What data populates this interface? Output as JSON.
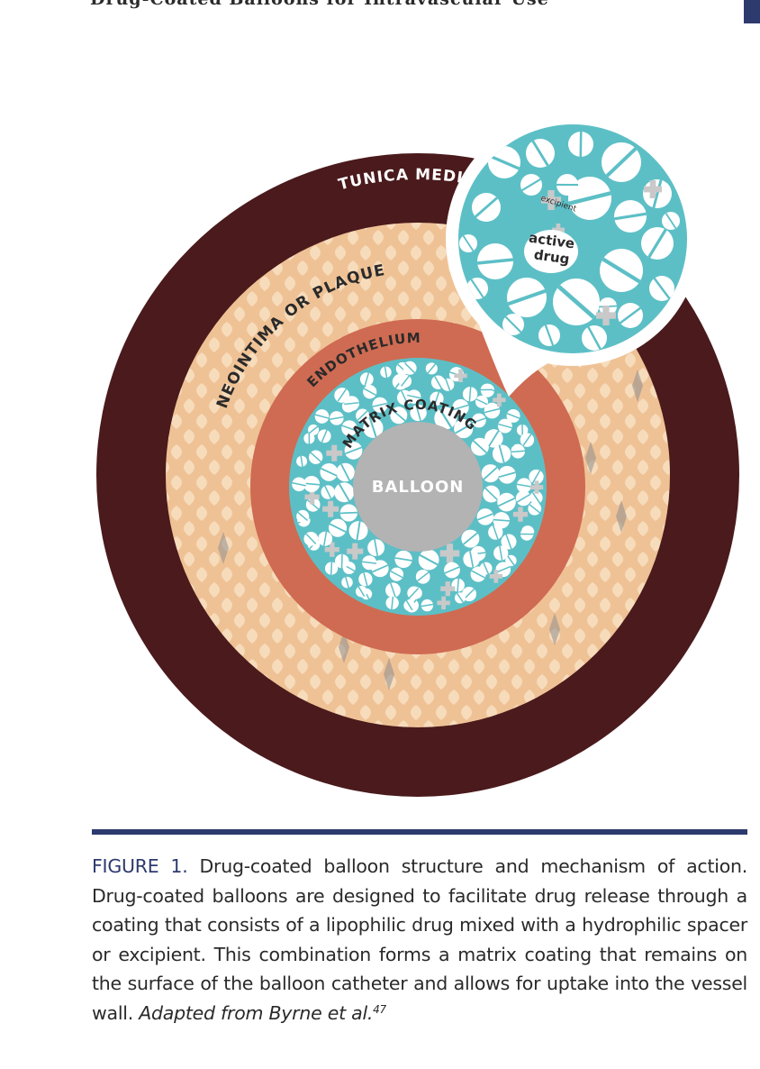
{
  "page": {
    "running_head": "Drug-Coated Balloons for Intravascular Use"
  },
  "figure": {
    "labels": {
      "tunica_media": "TUNICA MEDIA",
      "neointima": "NEOINTIMA OR PLAQUE",
      "endothelium": "ENDOTHELIUM",
      "matrix_coating": "MATRIX COATING",
      "balloon": "BALLOON",
      "excipient": "excipient",
      "active_drug_line1": "active",
      "active_drug_line2": "drug"
    },
    "colors": {
      "tunica_media": "#4a1a1c",
      "neointima": "#efc296",
      "endothelium": "#cf6b52",
      "matrix_coating": "#5dbfc6",
      "balloon": "#b3b3b3",
      "pill": "#ffffff",
      "excipient": "#c9c9c9",
      "rule": "#2d3a6e"
    }
  },
  "caption": {
    "label": "FIGURE 1.",
    "text": " Drug-coated balloon structure and mechanism of action. Drug-coated balloons are designed to facilitate drug release through a coating that consists of a lipophilic drug mixed with a hydrophilic spacer or excipient. This combination forms a matrix coating that remains on the surface of the balloon catheter and allows for uptake into the vessel wall. ",
    "adapted": "Adapted from Byrne et al.",
    "ref": "47"
  }
}
